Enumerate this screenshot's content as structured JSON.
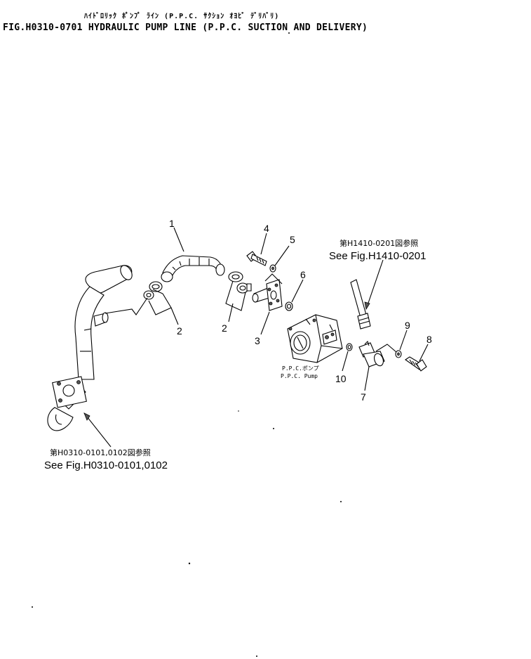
{
  "header": {
    "title_jp": "ﾊｲﾄﾞﾛﾘｯｸ ﾎﾟﾝﾌﾟ ﾗｲﾝ (P.P.C. ｻｸｼｮﾝ ｵﾖﾋﾞ ﾃﾞﾘﾊﾞﾘ)",
    "title_en": "FIG.H0310-0701  HYDRAULIC PUMP LINE (P.P.C. SUCTION AND DELIVERY)"
  },
  "references": {
    "top_right": {
      "jp": "第H1410-0201図参照",
      "en": "See Fig.H1410-0201"
    },
    "bottom_left": {
      "jp": "第H0310-0101,0102図参照",
      "en": "See Fig.H0310-0101,0102"
    }
  },
  "pump_caption": {
    "jp": "P.P.C.ポンプ",
    "en": "P.P.C. Pump"
  },
  "callouts": {
    "c1": "1",
    "c2a": "2",
    "c2b": "2",
    "c3": "3",
    "c4": "4",
    "c5": "5",
    "c6": "6",
    "c7": "7",
    "c8": "8",
    "c9": "9",
    "c10": "10"
  }
}
